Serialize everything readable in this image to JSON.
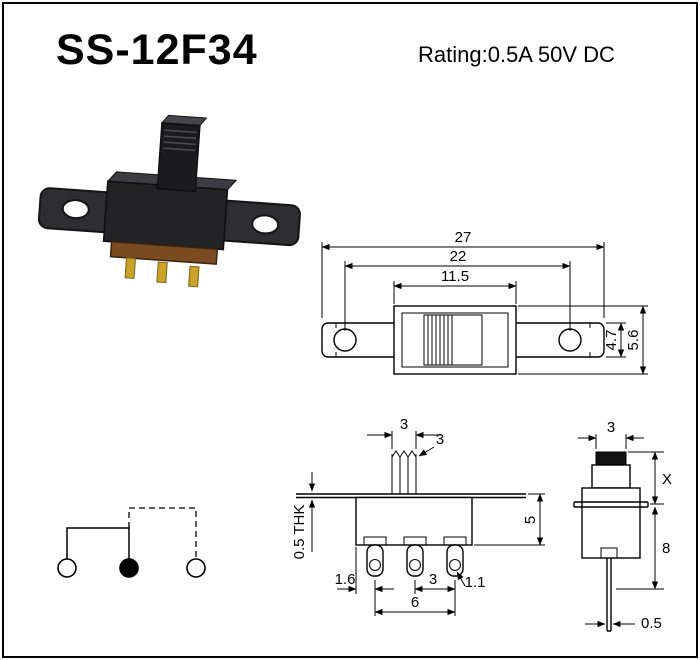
{
  "header": {
    "title": "SS-12F34",
    "rating": "Rating:0.5A 50V DC"
  },
  "colors": {
    "line": "#000000",
    "photo_bracket": "#2e2e31",
    "photo_body": "#232325",
    "photo_body_top": "#3d3d41",
    "photo_knob": "#1b1b1d",
    "photo_knob_top": "#46464a",
    "photo_base": "#7a4a20",
    "photo_pin": "#c9a227"
  },
  "top_view": {
    "dim_outer_width": "27",
    "dim_hole_span": "22",
    "dim_body_width": "11.5",
    "dim_plate_height": "4.7",
    "dim_body_height": "5.6"
  },
  "front_view": {
    "dim_actuator_width": "3",
    "dim_actuator_offset": "3",
    "dim_body_depth": "5",
    "dim_plate_thickness": "0.5 THK",
    "dim_terminal_offset": "1.6",
    "dim_terminal_pitch": "3",
    "dim_hole_diameter": "1.1",
    "dim_terminal_span": "6"
  },
  "side_view": {
    "dim_knob_width": "3",
    "dim_upper_height": "X",
    "dim_body_height": "8",
    "dim_pin_thickness": "0.5"
  }
}
